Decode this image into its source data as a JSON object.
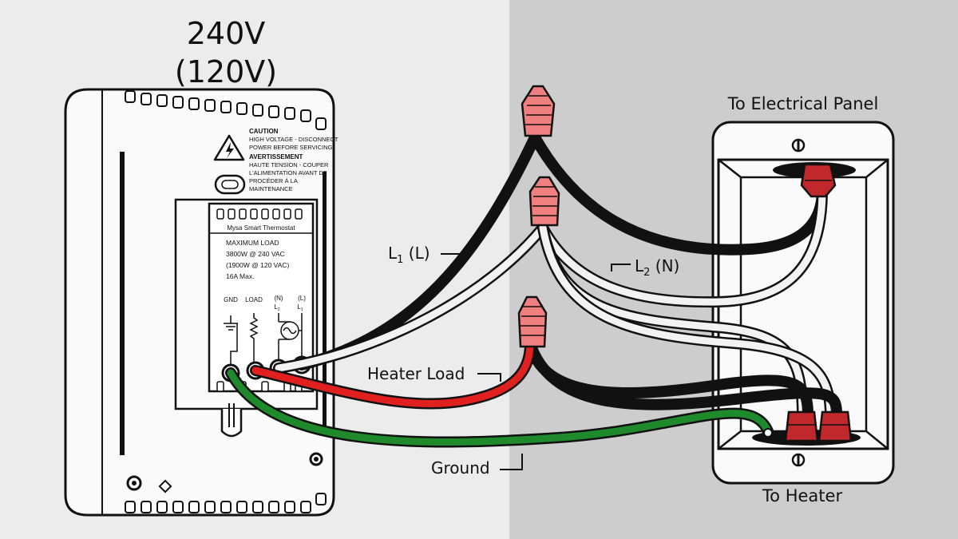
{
  "voltage": {
    "primary": "240V",
    "secondary": "(120V)"
  },
  "labels": {
    "to_panel": "To Electrical Panel",
    "to_heater": "To Heater",
    "l1": "L",
    "l1_sub": "1",
    "l1_tail": " (L)",
    "l2": "L",
    "l2_sub": "2",
    "l2_tail": " (N)",
    "heater_load": "Heater Load",
    "ground": "Ground"
  },
  "thermostat": {
    "caution_title": "CAUTION",
    "caution_line1": "HIGH VOLTAGE - DISCONNECT",
    "caution_line2": "POWER BEFORE SERVICING",
    "avert_title": "AVERTISSEMENT",
    "avert_line1": "HAUTE TENSION - COUPER",
    "avert_line2": "L'ALIMENTATION AVANT DE",
    "avert_line3": "PROCÉDER À LA",
    "avert_line4": "MAINTENANCE",
    "brand": "Mysa Smart Thermostat",
    "max_load": "MAXIMUM LOAD",
    "rating1": "3800W @ 240 VAC",
    "rating2": "(1900W @ 120 VAC)",
    "rating3": "16A Max.",
    "term_gnd": "GND",
    "term_load": "LOAD",
    "term_n": "(N)",
    "term_l2": "L",
    "term_l2_sub": "2",
    "term_l": "(L)",
    "term_l1": "L",
    "term_l1_sub": "1"
  },
  "colors": {
    "left_bg": "#ececec",
    "right_bg": "#cdcdcd",
    "line_wire": "#111111",
    "neutral_wire": "#f2f2f2",
    "load_wire": "#e0201e",
    "ground_wire": "#1f8a2b",
    "wire_nut": "#f08080",
    "clamp": "#c0282c"
  }
}
